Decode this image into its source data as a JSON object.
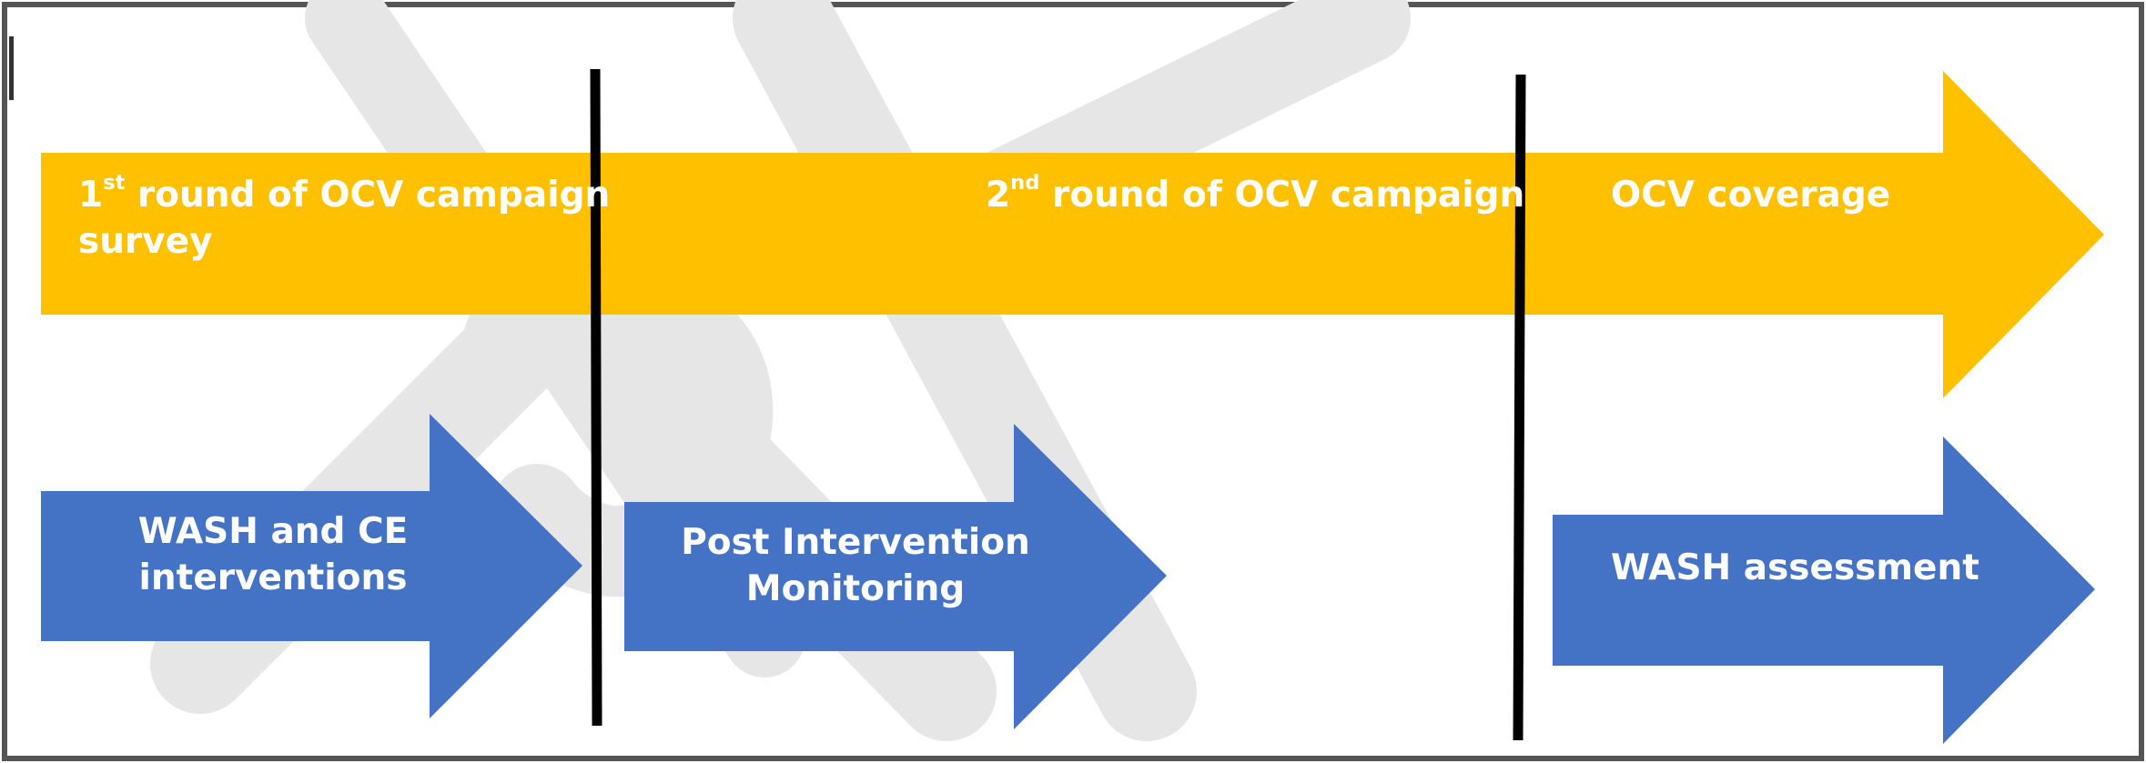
{
  "colors": {
    "timeline_arrow": "#FFC000",
    "activity_arrow": "#4472C4",
    "divider": "#000000",
    "watermark": "#E6E6E6",
    "text": "#FFFFFF"
  },
  "timeline": {
    "round1": {
      "num": "1",
      "sup": "st",
      "text": " round of OCV campaign",
      "line2": "survey"
    },
    "round2": {
      "num": "2",
      "sup": "nd",
      "text": " round of OCV campaign"
    },
    "coverage": "OCV coverage"
  },
  "activities": {
    "wash_ce": {
      "line1": "WASH and CE",
      "line2": "interventions"
    },
    "post_intervention": {
      "line1": "Post Intervention",
      "line2": "Monitoring"
    },
    "wash_assessment": "WASH assessment"
  },
  "watermark": {
    "icon": "watermark-icon"
  }
}
